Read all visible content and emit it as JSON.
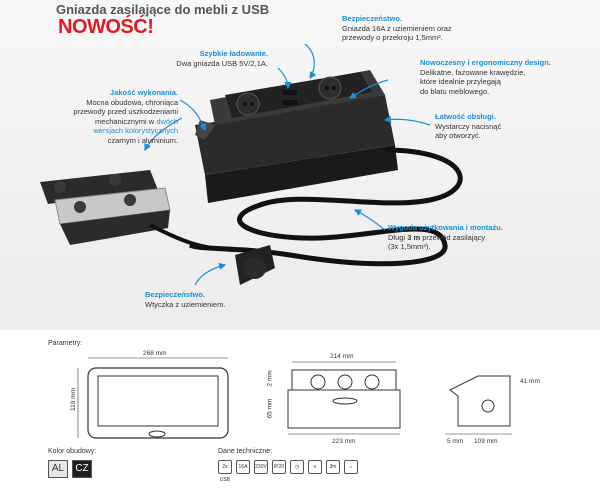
{
  "header": {
    "title": "Gniazda zasilające do mebli z USB",
    "new_badge": "NOWOŚĆ!"
  },
  "callouts": {
    "safety_top": {
      "title": "Bezpieczeństwo.",
      "line1": "Gniazda 16A z uziemieniem oraz",
      "line2": "przewody o przekroju 1,5mm²."
    },
    "fast_charge": {
      "title": "Szybkie ładowanie.",
      "line1": "Dwa gniazda USB 5V/2,1A."
    },
    "modern": {
      "title": "Nowoczesny i ergonomiczny design.",
      "line1": "Delikatne, fazowane krawędzie,",
      "line2": "które idealnie przylegają",
      "line3": "do blatu meblowego."
    },
    "quality": {
      "title": "Jakość wykonania.",
      "line1": "Mocna obudowa, chroniąca",
      "line2": "przewody przed uszkodzeniami",
      "line3a": "mechanicznymi w ",
      "line3b": "dwóch",
      "line4": "wersjach kolorystycznych",
      "line5": "czarnym i aluminium."
    },
    "easy_use": {
      "title": "Łatwość obsługi.",
      "line1": "Wystarczy nacisnąć",
      "line2": "aby otworzyć."
    },
    "convenience": {
      "title": "Wygoda użytkowania i montażu.",
      "line1a": "Długi ",
      "line1b": "3 m",
      "line1c": " przewód zasilający",
      "line2": "(3x 1,5mm²)."
    },
    "safety_plug": {
      "title": "Bezpieczeństwo.",
      "line1": "Wtyczka z uziemieniem."
    }
  },
  "parameters": {
    "title": "Parametry:",
    "front_width": "268 mm",
    "front_height": "119 mm",
    "side_top": "214 mm",
    "side_2mm": "2 mm",
    "side_65mm": "65 mm",
    "side_bottom": "223 mm",
    "profile_41mm": "41 mm",
    "profile_5mm": "5 mm",
    "profile_109mm": "109 mm"
  },
  "color_options": {
    "label": "Kolor obudowy:",
    "options": [
      "AL",
      "CZ"
    ]
  },
  "tech_data": {
    "label": "Dane techniczne:",
    "icons": [
      "2x USB",
      "16A",
      "230V",
      "IP20",
      "clock",
      "cable",
      "3m",
      "home"
    ]
  },
  "colors": {
    "accent": "#1a8fd6",
    "new": "#e01b24"
  }
}
